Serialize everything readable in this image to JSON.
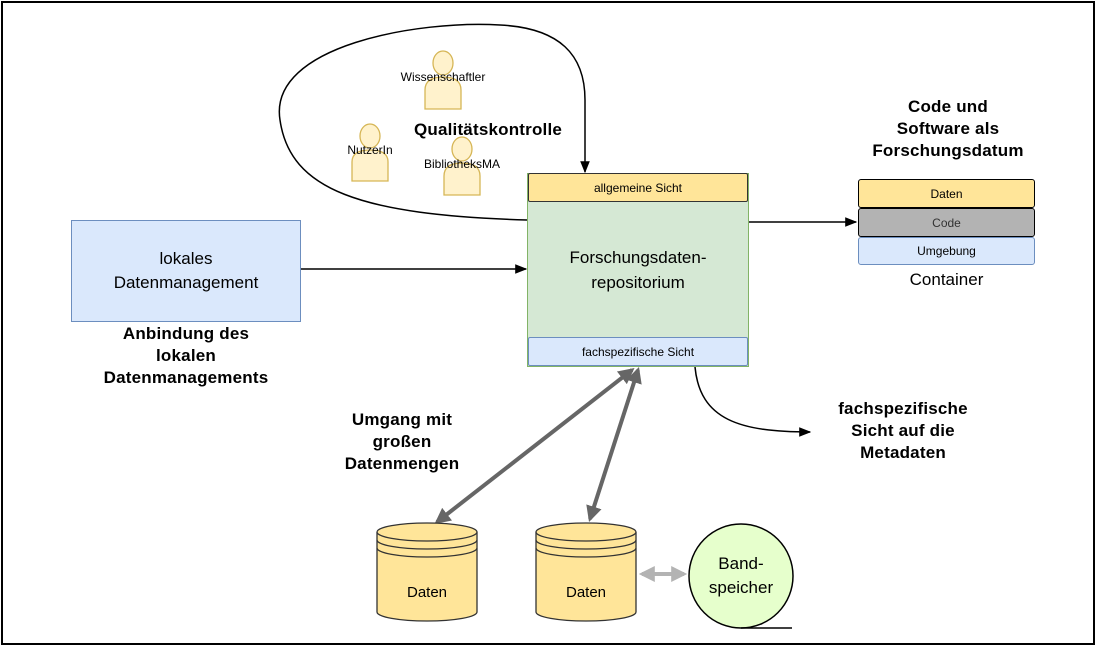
{
  "diagram": {
    "repository": {
      "title": "Forschungsdaten-\nrepositorium",
      "top_view": "allgemeine Sicht",
      "bottom_view": "fachspezifische Sicht"
    },
    "local_box": "lokales\nDatenmanagement",
    "local_caption": "Anbindung des\nlokalen\nDatenmanagements",
    "quality": "Qualitätskontrolle",
    "actors": [
      "Wissenschaftler",
      "NutzerIn",
      "BibliotheksMA"
    ],
    "container": {
      "heading": "Code und\nSoftware als\nForschungsdatum",
      "layers": [
        "Daten",
        "Code",
        "Umgebung"
      ],
      "caption": "Container"
    },
    "metadata_caption": "fachspezifische\nSicht auf die\nMetadaten",
    "bigdata_caption": "Umgang mit\ngroßen\nDatenmengen",
    "storage": [
      "Daten",
      "Daten"
    ],
    "tape": "Band-\nspeicher",
    "colors": {
      "yellow": "#ffe599",
      "yellow_border": "#333333",
      "green": "#d5e8d4",
      "green_border": "#82b366",
      "blue": "#dae8fc",
      "blue_border": "#6c8ebf",
      "grey": "#b3b3b3",
      "person_fill": "#fff2cc",
      "person_stroke": "#d6b656",
      "tape_fill": "#e6ffcc",
      "arrow_dark": "#666666",
      "arrow_light": "#b3b3b3"
    }
  }
}
